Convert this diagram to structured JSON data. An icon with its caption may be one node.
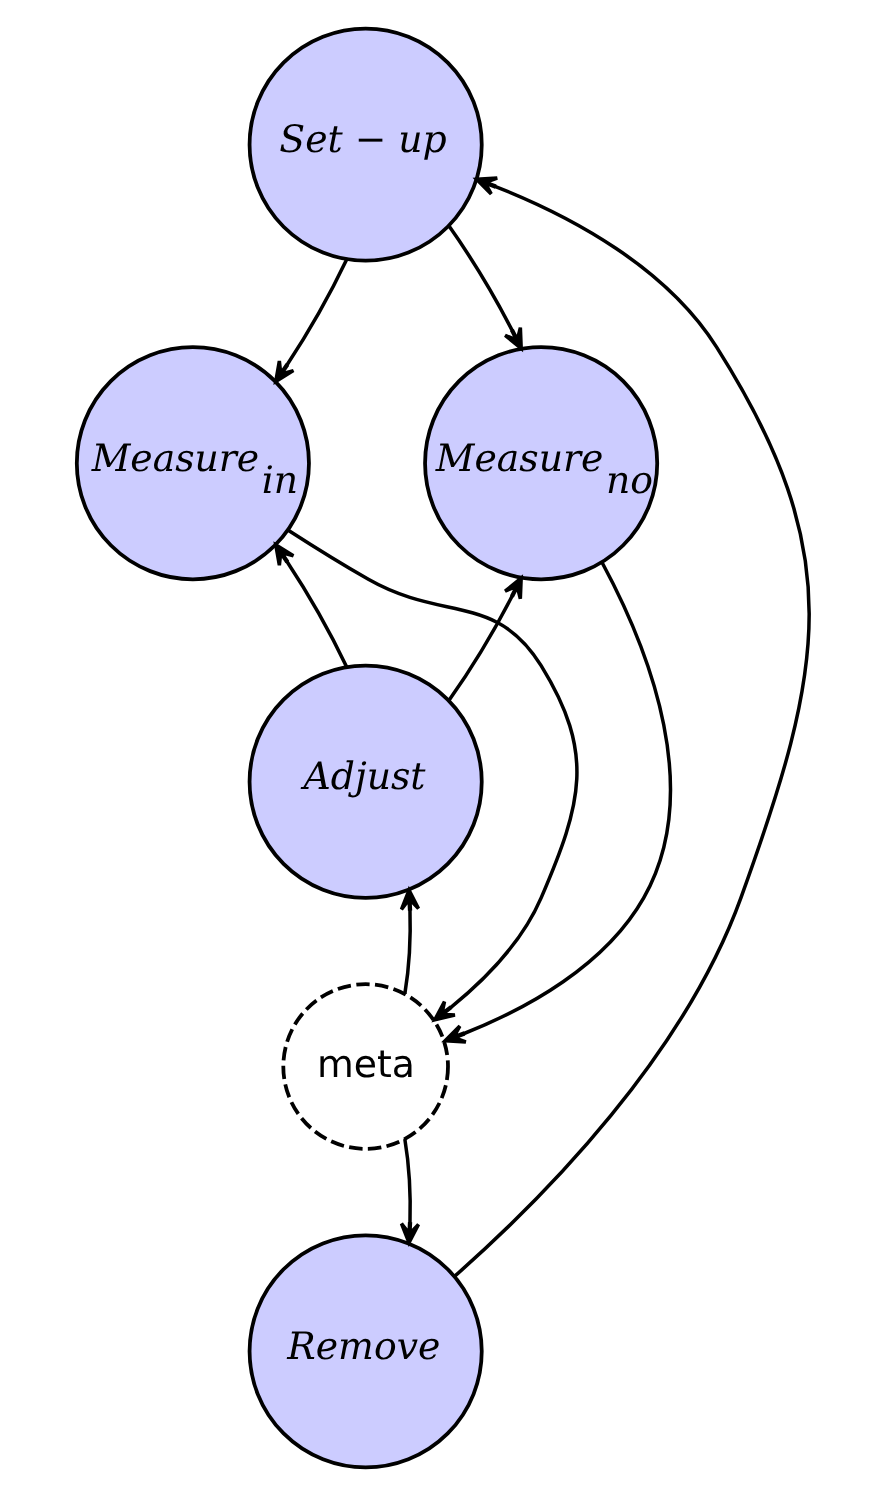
{
  "diagram": {
    "nodes": [
      {
        "text": [
          "Set − up"
        ]
      },
      {
        "text": [
          "Measure$_{in}$"
        ]
      },
      {
        "text": [
          "Measure$_{no}$"
        ]
      },
      {
        "text": [
          "Adjust"
        ]
      },
      {
        "text": [
          "meta"
        ]
      },
      {
        "text": [
          "Remove"
        ]
      }
    ],
    "edges": [
      {
        "from": 0,
        "to": 1,
        "arrow": "to"
      },
      {
        "from": 0,
        "to": 2,
        "arrow": "to"
      },
      {
        "from": 3,
        "to": 1,
        "arrow": "to"
      },
      {
        "from": 3,
        "to": 2,
        "arrow": "to"
      },
      {
        "from": 1,
        "to": 4,
        "arrow": "to"
      },
      {
        "from": 2,
        "to": 4,
        "arrow": "to"
      },
      {
        "from": 4,
        "to": 3,
        "arrow": "to"
      },
      {
        "from": 4,
        "to": 5,
        "arrow": "to"
      },
      {
        "from": 5,
        "to": 0,
        "arrow": "to"
      }
    ]
  }
}
